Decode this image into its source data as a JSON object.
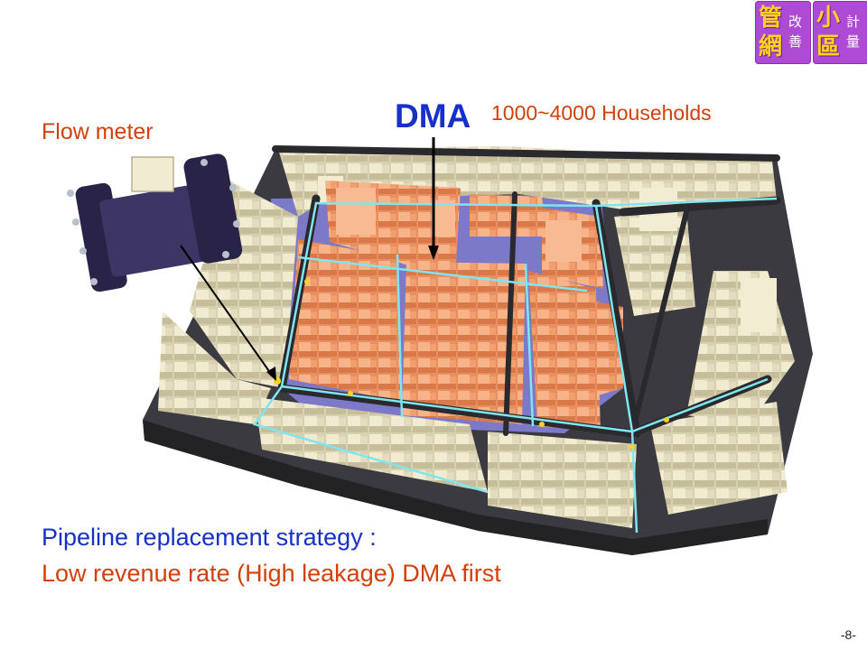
{
  "logo": {
    "left": {
      "big_top": "管",
      "big_bottom": "網",
      "small_top": "改",
      "small_bottom": "善"
    },
    "right": {
      "big_top": "小",
      "big_bottom": "區",
      "small_top": "計",
      "small_bottom": "量"
    }
  },
  "labels": {
    "dma": "DMA",
    "households": "1000~4000 Households",
    "flow_meter": "Flow meter"
  },
  "strategy": {
    "line1": "Pipeline replacement strategy :",
    "line2": "Low revenue rate (High leakage) DMA first"
  },
  "page_number": "-8-",
  "colors": {
    "blue_text": "#1630c8",
    "orange_text": "#d3400b",
    "dma_buildings": "#f5a77a",
    "other_buildings": "#ece5c8",
    "roads": "#2f2f33",
    "pipes": "#7fe6f0",
    "logo_bg": "#ae4bd4",
    "logo_char": "#ffd21f"
  }
}
